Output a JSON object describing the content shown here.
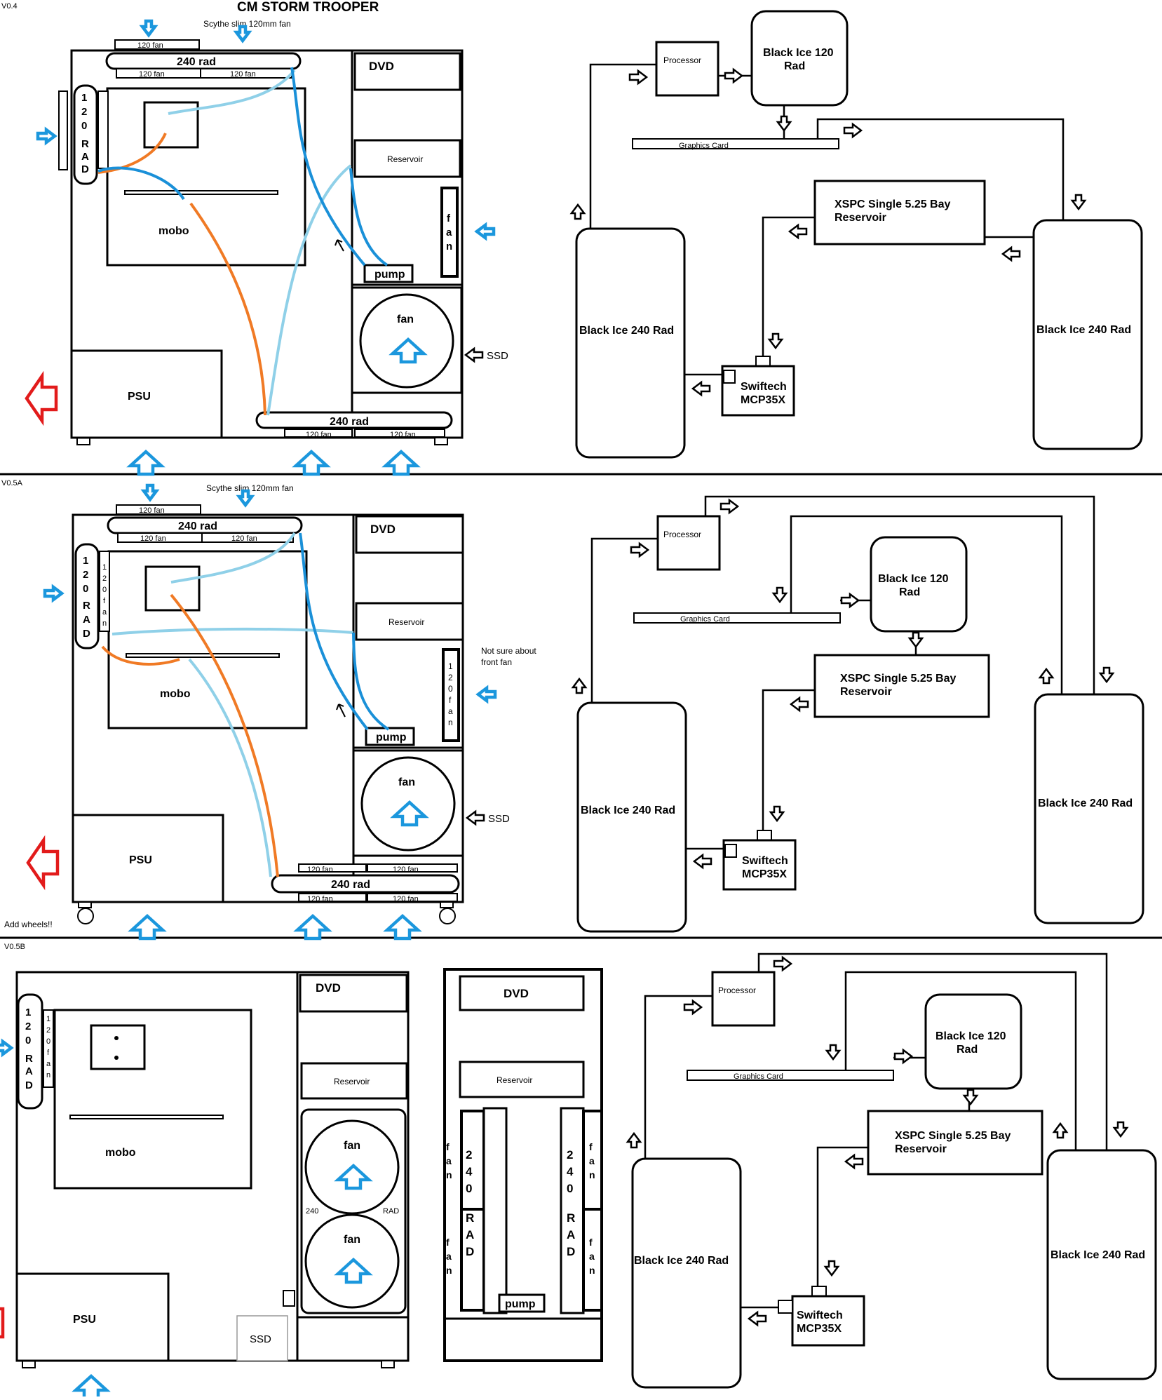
{
  "title": "CM STORM TROOPER",
  "sections": [
    {
      "version": "V0.4",
      "fan_note": "Scythe slim 120mm fan",
      "side_note": ""
    },
    {
      "version": "V0.5A",
      "fan_note": "Scythe slim 120mm fan",
      "side_note_1": "Not sure about",
      "side_note_2": "front fan",
      "wheels_note": "Add wheels!!"
    },
    {
      "version": "V0.5B"
    }
  ],
  "labels": {
    "fan120": "120 fan",
    "rad240": "240 rad",
    "dvd": "DVD",
    "reservoir": "Reservoir",
    "pump": "pump",
    "fan": "fan",
    "ssd": "SSD",
    "psu": "PSU",
    "mobo": "mobo",
    "rad120_vert": [
      "1",
      "2",
      "0",
      "R",
      "A",
      "D"
    ],
    "fan120_vert": [
      "1",
      "2",
      "0",
      "f",
      "a",
      "n"
    ],
    "fan_vert": [
      "f",
      "a",
      "n"
    ],
    "rad240_vert": [
      "2",
      "4",
      "0",
      "R",
      "A",
      "D"
    ],
    "small240": "240",
    "smallRAD": "RAD"
  },
  "flow": {
    "processor": "Processor",
    "black_ice_120_l1": "Black Ice 120",
    "black_ice_120_l2": "Rad",
    "graphics_card": "Graphics Card",
    "xspc_l1": "XSPC Single 5.25 Bay",
    "xspc_l2": "Reservoir",
    "black_ice_240": "Black Ice 240 Rad",
    "swiftech_l1": "Swiftech",
    "swiftech_l2": "MCP35X"
  },
  "colors": {
    "airflow_arrow": "#1b97dd",
    "exhaust_arrow": "#e21b1b",
    "tube_dark_blue": "#1a90d8",
    "tube_light_blue": "#8fd0e8",
    "tube_orange": "#f07a25"
  }
}
